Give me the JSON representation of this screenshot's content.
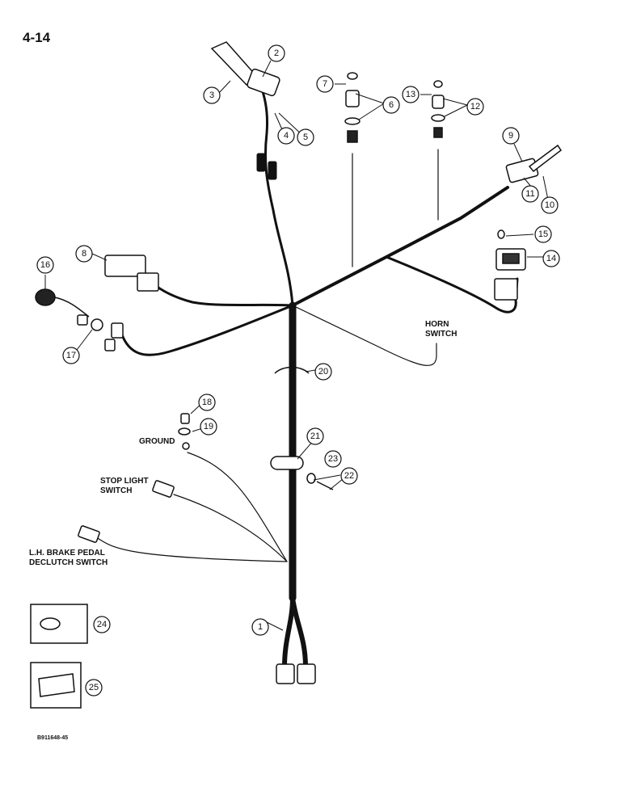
{
  "page_number": "4-14",
  "figure_code": "B911648-45",
  "labels": {
    "horn_switch_line1": "HORN",
    "horn_switch_line2": "SWITCH",
    "ground": "GROUND",
    "stop_light_line1": "STOP LIGHT",
    "stop_light_line2": "SWITCH",
    "brake_line1": "L.H. BRAKE PEDAL",
    "brake_line2": "DECLUTCH SWITCH"
  },
  "callouts": [
    "1",
    "2",
    "3",
    "4",
    "5",
    "6",
    "7",
    "8",
    "9",
    "10",
    "11",
    "12",
    "13",
    "14",
    "15",
    "16",
    "17",
    "18",
    "19",
    "20",
    "21",
    "22",
    "23",
    "24",
    "25"
  ]
}
